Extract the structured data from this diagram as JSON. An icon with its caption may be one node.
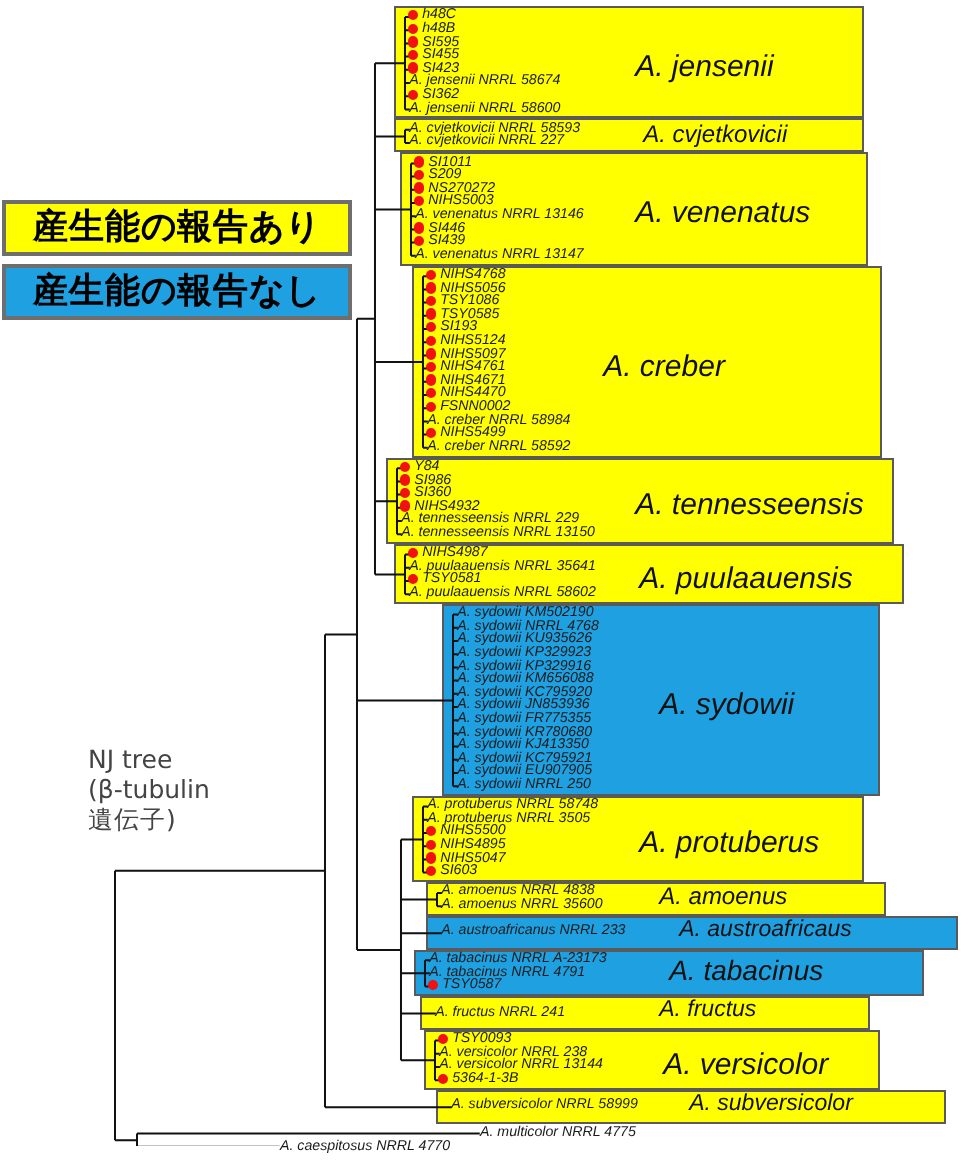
{
  "diagram": {
    "nodes": [
      {
        "text": [
          "h48C",
          "h48B",
          "SI595",
          "SI455",
          "SI423",
          "A. jensenii NRRL 58674",
          "A. jensenii",
          "SI362",
          "A. jensenii NRRL 58600"
        ]
      },
      {
        "text": [
          "A. cvjetkovicii NRRL 58593",
          "A. cvjetkovicii NRRL 227",
          "A. cvjetkovicii"
        ]
      },
      {
        "text": [
          "SI1011",
          "S209",
          "NS270272",
          "NIHS5003",
          "A. venenatus NRRL 13146",
          "SI446",
          "A. venenatus",
          "SI439",
          "A. venenatus NRRL 13147"
        ]
      },
      {
        "text": [
          "NIHS4768",
          "NIHS5056",
          "TSY1086",
          "TSY0585",
          "SI193",
          "NIHS5124",
          "NIHS5097",
          "NIHS4761",
          "NIHS4671",
          "A. creber",
          "NIHS4470",
          "FSNN0002",
          "A. creber NRRL 58984",
          "NIHS5499",
          "A. creber NRRL 58592"
        ]
      },
      {
        "text": [
          "Y84",
          "SI986",
          "SI360",
          "NIHS4932",
          "A. tennesseensis NRRL 229",
          "A. tennesseensis",
          "A. tennesseensis NRRL 13150"
        ]
      },
      {
        "text": [
          "NIHS4987",
          "A. puulaauensis NRRL 35641",
          "TSY0581",
          "A. puulaauensis NRRL 58602",
          "A. puulaauensis"
        ]
      },
      {
        "text": [
          "A. sydowii KM502190",
          "A. sydowii NRRL 4768",
          "A. sydowii KU935626",
          "A. sydowii KP329923",
          "A. sydowii KP329916",
          "A. sydowii KM656088",
          "A. sydowii KC795920",
          "A. sydowii JN853936",
          "A. sydowii FR775355",
          "A. sydowii",
          "A. sydowii KR780680",
          "A. sydowii KJ413350",
          "A. sydowii KC795921",
          "A. sydowii EU907905",
          "A. sydowii NRRL 250"
        ]
      },
      {
        "text": [
          "A. protuberus NRRL 58748",
          "A. protuberus NRRL 3505",
          "NIHS5500",
          "NIHS4895",
          "NIHS5047",
          "A. protuberus",
          "SI603"
        ]
      },
      {
        "text": [
          "A. amoenus NRRL 4838",
          "A. amoenus NRRL 35600",
          "A. amoenus"
        ]
      },
      {
        "text": [
          "A. austroafricanus NRRL 233",
          "A. austroafricaus"
        ]
      },
      {
        "text": [
          "A. tabacinus NRRL A-23173",
          "A. tabacinus NRRL 4791",
          "TSY0587",
          "A. tabacinus"
        ]
      },
      {
        "text": [
          "A. fructus NRRL 241",
          "A. fructus"
        ]
      },
      {
        "text": [
          "TSY0093",
          "A. versicolor NRRL 238",
          "A. versicolor NRRL 13144",
          "5364-1-3B",
          "A. versicolor"
        ]
      },
      {
        "text": [
          "A. subversicolor NRRL 58999",
          "A. subversicolor"
        ]
      }
    ],
    "labels": [
      "NJ tree (β-tubulin 遺伝子)",
      "A. multicolor NRRL 4775",
      "A. caespitosus NRRL 4770"
    ],
    "legend": [
      {
        "text": "産生能の報告あり",
        "color": "#ffff00"
      },
      {
        "text": "産生能の報告なし",
        "color": "#1fa0e0"
      }
    ]
  }
}
